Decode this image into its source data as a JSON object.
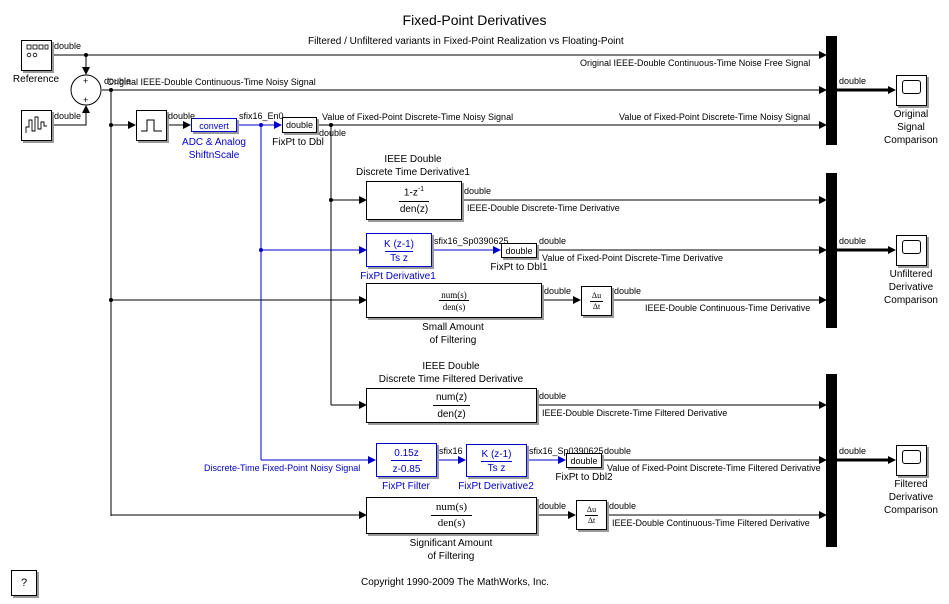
{
  "title": "Fixed-Point Derivatives",
  "copyright": "Copyright 1990-2009 The MathWorks, Inc.",
  "help_label": "?",
  "colors": {
    "wire": "#000000",
    "fixpt_wire": "#0000cc",
    "shadow": "#9a9a9a"
  },
  "blocks": {
    "reference": "Reference",
    "sum_plus_top": "+",
    "sum_plus_bottom": "+",
    "convert": "convert",
    "adc_line1": "ADC & Analog",
    "adc_line2": "ShiftnScale",
    "fixpt_to_dbl_inner": "double",
    "fixpt_to_dbl": "FixPt to Dbl",
    "fixpt_to_dbl1_inner": "double",
    "fixpt_to_dbl1": "FixPt to Dbl1",
    "fixpt_to_dbl2_inner": "double",
    "fixpt_to_dbl2": "FixPt to Dbl2",
    "ieee_deriv1_title1": "IEEE Double",
    "ieee_deriv1_title2": "Discrete Time Derivative1",
    "ieee_deriv1_num": "1-z",
    "ieee_deriv1_exp": "-1",
    "ieee_deriv1_den": "den(z)",
    "fixpt_deriv1_num": "K (z-1)",
    "fixpt_deriv1_den": "Ts z",
    "fixpt_deriv1": "FixPt Derivative1",
    "small_tf_num": "num(s)",
    "small_tf_den": "den(s)",
    "small_filter_line1": "Small Amount",
    "small_filter_line2": "of Filtering",
    "deriv_du": "Δu",
    "deriv_dt": "Δt",
    "ieee_filt_title1": "IEEE Double",
    "ieee_filt_title2": "Discrete Time Filtered Derivative",
    "ieee_filt_num": "num(z)",
    "ieee_filt_den": "den(z)",
    "fixpt_filter_num": "0.15z",
    "fixpt_filter_den": "z-0.85",
    "fixpt_filter": "FixPt Filter",
    "fixpt_deriv2_num": "K (z-1)",
    "fixpt_deriv2_den": "Ts z",
    "fixpt_deriv2": "FixPt Derivative2",
    "sig_tf_num": "num(s)",
    "sig_tf_den": "den(s)",
    "sig_filter_line1": "Significant Amount",
    "sig_filter_line2": "of Filtering",
    "scope1_line1": "Original",
    "scope1_line2": "Signal",
    "scope1_line3": "Comparison",
    "scope2_line1": "Unfiltered",
    "scope2_line2": "Derivative",
    "scope2_line3": "Comparison",
    "scope3_line1": "Filtered",
    "scope3_line2": "Derivative",
    "scope3_line3": "Comparison"
  },
  "signals": {
    "double": "double",
    "sfix16_en0": "sfix16_En0",
    "sfix16": "sfix16",
    "sfix16_sp1": "sfix16_Sp0390625",
    "sfix16_sp2": "sfix16_Sp0390625",
    "filtered_unfiltered": "Filtered / Unfiltered variants in Fixed-Point Realization vs Floating-Point",
    "orig_noise_free": "Original IEEE-Double Continuous-Time Noise Free Signal",
    "orig_noisy": "Original IEEE-Double Continuous-Time Noisy Signal",
    "fixpt_noisy": "Value of Fixed-Point Discrete-Time Noisy Signal",
    "fixpt_noisy_right": "Value of Fixed-Point Discrete-Time Noisy Signal",
    "ieee_dt_deriv": "IEEE-Double Discrete-Time Derivative",
    "fixpt_dt_deriv": "Value of Fixed-Point Discrete-Time Derivative",
    "ieee_ct_deriv": "IEEE-Double Continuous-Time Derivative",
    "ieee_dt_filt_deriv": "IEEE-Double Discrete-Time Filtered Derivative",
    "dt_fixpt_noisy": "Discrete-Time Fixed-Point Noisy Signal",
    "fixpt_dt_filt_deriv": "Value of Fixed-Point Discrete-Time Filtered Derivative",
    "ieee_ct_filt_deriv": "IEEE-Double Continuous-Time Filtered Derivative"
  }
}
